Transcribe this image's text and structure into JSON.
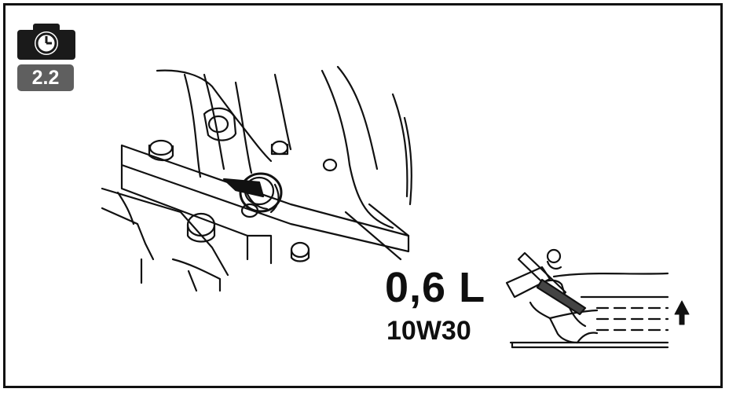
{
  "step": {
    "number": "2.2",
    "icon": "camera-timer-icon"
  },
  "specs": {
    "volume": "0,6 L",
    "oil_grade": "10W30"
  },
  "colors": {
    "ink": "#111111",
    "badge_gray": "#5f5f5f",
    "paper": "#ffffff"
  },
  "illustrations": {
    "engine": "engine-oil-filler-cap-illustration",
    "dipstick": "dipstick-oil-level-illustration",
    "level_arrow": "up-arrow-icon"
  }
}
